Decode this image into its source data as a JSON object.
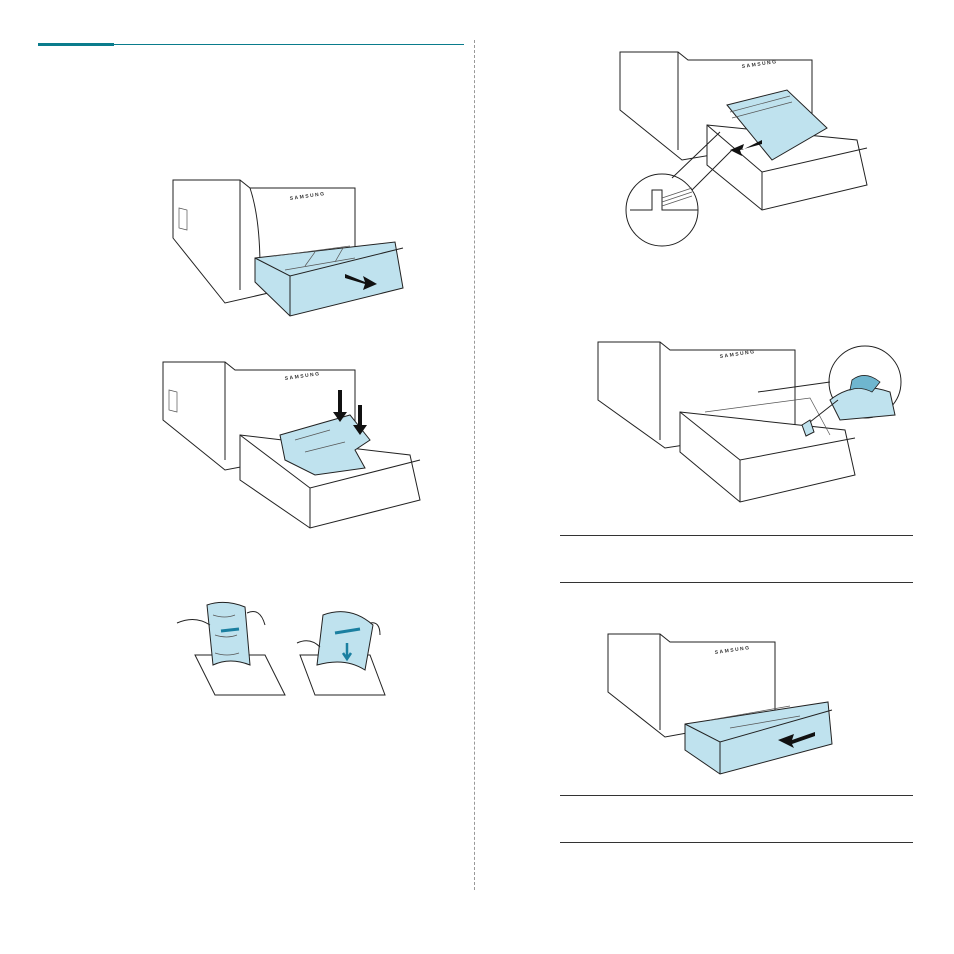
{
  "brand_logo_text": "SAMSUNG",
  "colors": {
    "accent": "#0a7c8c",
    "paper_blue": "#bfe2ee",
    "line": "#222222"
  },
  "figures": [
    {
      "name": "fig-pull-out-tray"
    },
    {
      "name": "fig-press-metal-plate"
    },
    {
      "name": "fig-fan-paper"
    },
    {
      "name": "fig-load-paper"
    },
    {
      "name": "fig-adjust-guides"
    },
    {
      "name": "fig-insert-tray"
    }
  ]
}
